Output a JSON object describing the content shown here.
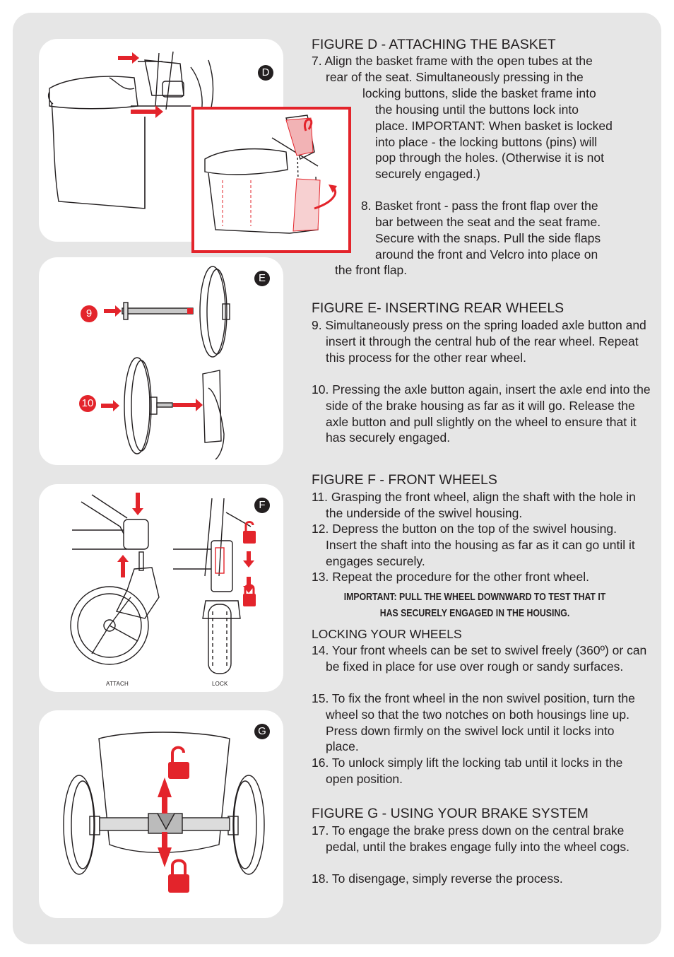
{
  "figures": {
    "d": {
      "badge": "D"
    },
    "e": {
      "badge": "E",
      "step_a": "9",
      "step_b": "10"
    },
    "f": {
      "badge": "F",
      "caption_attach": "ATTACH",
      "caption_lock": "LOCK"
    },
    "g": {
      "badge": "G"
    }
  },
  "sections": {
    "d": {
      "title": "FIGURE D - ATTACHING THE BASKET",
      "lines": [
        "7. Align the basket frame with the open tubes at the",
        "rear of the seat. Simultaneously pressing in the",
        "locking buttons, slide the basket frame into",
        "the housing until the buttons lock into",
        "place. IMPORTANT: When basket is locked",
        "into place - the locking buttons (pins) will",
        "pop through the holes. (Otherwise it is not",
        "securely engaged.)",
        "8. Basket front - pass the front flap over the",
        "bar between the seat and the seat frame.",
        "Secure with the snaps. Pull the side flaps",
        "around the front and Velcro into place on",
        "the front flap."
      ]
    },
    "e": {
      "title": "FIGURE E- INSERTING REAR WHEELS",
      "items": [
        "9. Simultaneously press on the spring loaded axle button and insert it through the central hub of the rear wheel. Repeat this process for the other rear wheel.",
        "10. Pressing the axle button again, insert the axle end into the side of the brake housing as far as it will go. Release the axle button and pull slightly on the wheel to ensure that it has securely engaged."
      ]
    },
    "f": {
      "title": "FIGURE F - FRONT WHEELS",
      "items": [
        "11. Grasping the front wheel, align the shaft with the hole in the underside of the swivel housing.",
        "12. Depress the button on the top of the swivel housing. Insert the shaft into the housing as far as it can go until it engages securely.",
        "13. Repeat the procedure for the other front wheel."
      ],
      "important_1": "IMPORTANT: PULL THE WHEEL DOWNWARD TO TEST THAT IT",
      "important_2": "HAS SECURELY ENGAGED IN THE HOUSING.",
      "locking_title": "LOCKING YOUR WHEELS",
      "locking_items": [
        "14. Your front wheels can be set to swivel freely (360º) or can be fixed in place for use over rough or sandy surfaces.",
        "15. To fix the front wheel in the non swivel position, turn the wheel so that the two notches on both housings line up. Press down firmly on the swivel lock until it locks into place.",
        "16. To unlock simply lift the locking tab until it locks in the open position."
      ]
    },
    "g": {
      "title": "FIGURE G - USING YOUR BRAKE SYSTEM",
      "items": [
        "17. To engage the brake press down on the central brake pedal, until the brakes engage fully into the wheel cogs.",
        "18. To disengage, simply reverse the process."
      ]
    }
  },
  "colors": {
    "accent": "#e3242b",
    "ink": "#231f20",
    "panel": "#ffffff",
    "background": "#e6e6e6"
  }
}
